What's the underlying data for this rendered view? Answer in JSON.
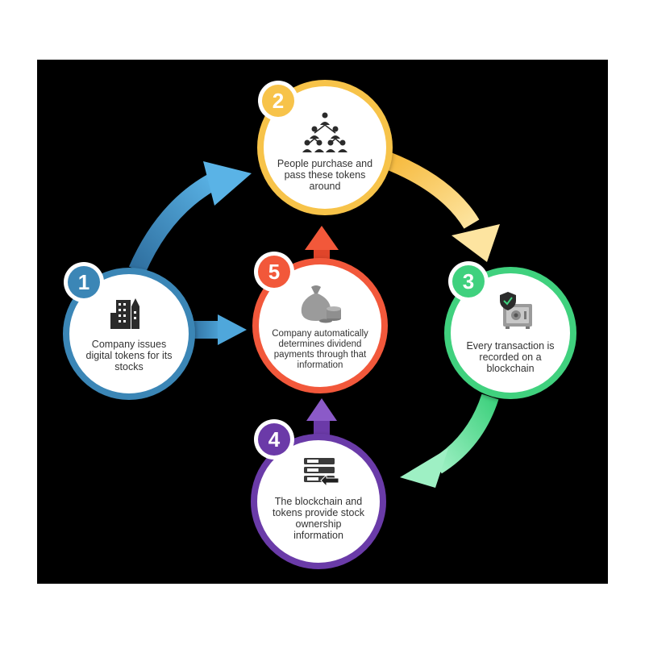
{
  "colors": {
    "blue": "#3b86b6",
    "yellow": "#f7c34a",
    "green": "#3fd17e",
    "purple": "#6b3aa8",
    "red": "#f2583a",
    "background": "#000000"
  },
  "steps": [
    {
      "number": "1",
      "text": "Company issues digital tokens for its stocks",
      "icon": "office-buildings-icon"
    },
    {
      "number": "2",
      "text": "People purchase and pass these tokens around",
      "icon": "people-network-icon"
    },
    {
      "number": "3",
      "text": "Every transaction is recorded on a blockchain",
      "icon": "secure-vault-icon"
    },
    {
      "number": "4",
      "text": "The blockchain and tokens provide stock ownership information",
      "icon": "server-stack-icon"
    },
    {
      "number": "5",
      "text": "Company automatically determines dividend payments through that information",
      "icon": "money-bag-coins-icon"
    }
  ]
}
